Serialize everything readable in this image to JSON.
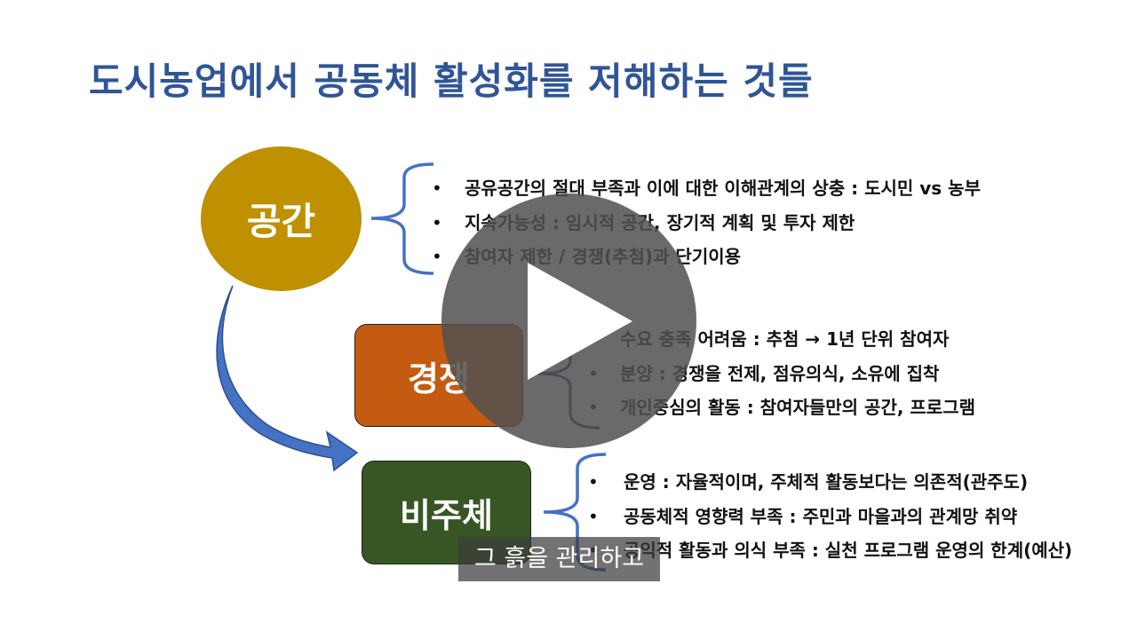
{
  "slide": {
    "title": "도시농업에서 공동체 활성화를 저해하는 것들",
    "nodes": {
      "space": "공간",
      "competition": "경쟁",
      "non_subject": "비주체"
    },
    "space_items": [
      "공유공간의 절대 부족과 이에 대한 이해관계의 상충 : 도시민 vs 농부",
      "지속가능성 : 임시적 공간, 장기적 계획 및 투자 제한",
      "참여자 제한 / 경쟁(추첨)과 단기이용"
    ],
    "competition_items": [
      "수요 충족 어려움 : 추첨 → 1년 단위 참여자",
      "분양 : 경쟁을 전제, 점유의식, 소유에 집착",
      "개인중심의 활동 : 참여자들만의 공간, 프로그램"
    ],
    "non_subject_items": [
      "운영 : 자율적이며, 주체적 활동보다는 의존적(관주도)",
      "공동체적 영향력 부족 : 주민과 마을과의 관계망 취약",
      "공익적 활동과 의식 부족 : 실천 프로그램 운영의 한계(예산)"
    ],
    "bullet": "•"
  },
  "player": {
    "play_icon": "play-icon",
    "caption": "그 흙을 관리하고"
  },
  "colors": {
    "title": "#2f5597",
    "circle": "#bf9000",
    "orange_box": "#c55a11",
    "green_box": "#375623",
    "brace": "#4472c4",
    "arrow": "#4472c4"
  }
}
